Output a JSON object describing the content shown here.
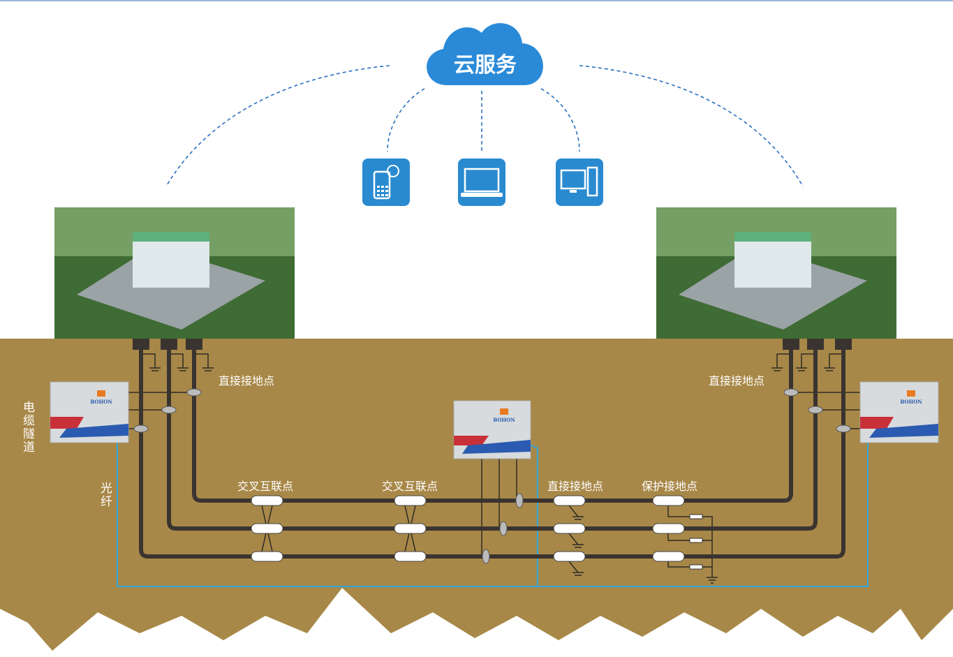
{
  "cloud": {
    "label": "云服务",
    "color": "#2a8ad8"
  },
  "clients": [
    {
      "icon": "mobile-phone-icon"
    },
    {
      "icon": "laptop-icon"
    },
    {
      "icon": "desktop-computer-icon"
    }
  ],
  "labels": {
    "direct_ground_left": "直接接地点",
    "direct_ground_right": "直接接地点",
    "cross_bond_1": "交叉互联点",
    "cross_bond_2": "交叉互联点",
    "direct_ground_mid": "直接接地点",
    "protect_ground": "保护接地点",
    "tunnel": "电缆隧道",
    "fiber": "光纤"
  },
  "device_brand": "BOHON",
  "colors": {
    "soil": "#a88848",
    "cable": "#3a3430",
    "fiber": "#2ea6e0",
    "icon_bg": "#2a8ad0"
  }
}
